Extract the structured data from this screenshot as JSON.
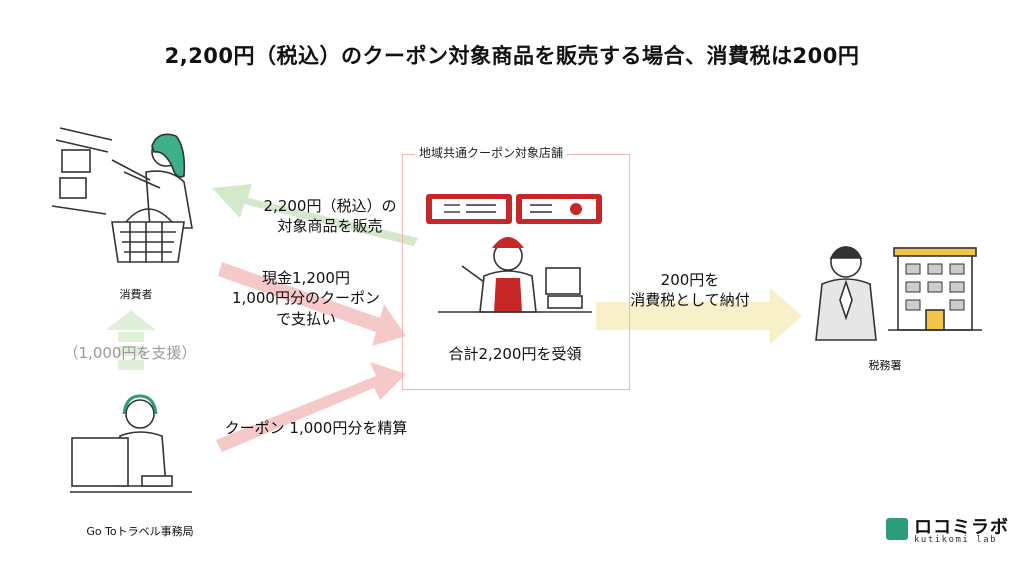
{
  "title": "2,200円（税込）のクーポン対象商品を販売する場合、消費税は200円",
  "store": {
    "label": "地域共通クーポン対象店舗",
    "receipt": "合計2,200円を受領"
  },
  "consumer": {
    "label": "消費者"
  },
  "goto": {
    "label": "Go Toトラベル事務局"
  },
  "tax_office": {
    "label": "税務署"
  },
  "arrows": {
    "sale_line1": "2,200円（税込）の",
    "sale_line2": "対象商品を販売",
    "pay_line1": "現金1,200円",
    "pay_line2": "1,000円分のクーポン",
    "pay_line3": "で支払い",
    "support": "（1,000円を支援）",
    "settle": "クーポン 1,000円分を精算",
    "tax_line1": "200円を",
    "tax_line2": "消費税として納付"
  },
  "logo": {
    "name": "ロコミラボ",
    "sub": "kutikomi lab"
  },
  "colors": {
    "green_arrow": "#d4e8cc",
    "pink_arrow": "#f6c9c9",
    "yellow_arrow": "#f8f0c8",
    "store_border": "#f2b8b8",
    "brand": "#2b9d7c"
  }
}
